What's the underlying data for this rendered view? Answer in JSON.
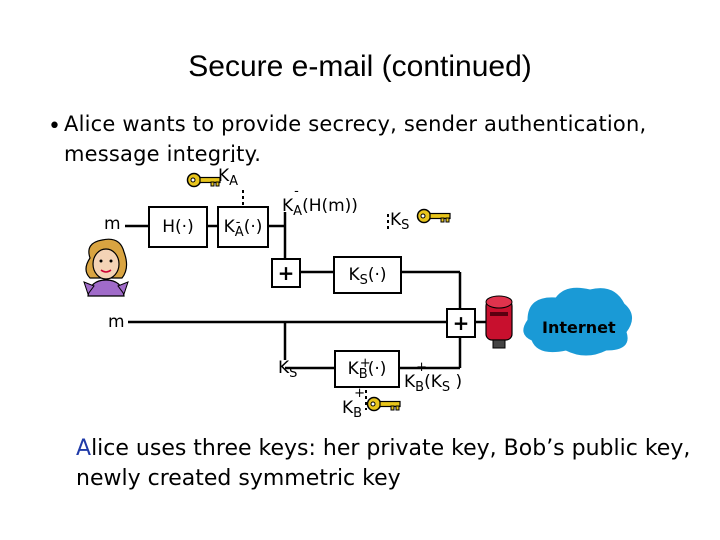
{
  "title": "Secure e-mail (continued)",
  "bullet": {
    "marker": "•",
    "text": "Alice wants to provide secrecy, sender authentication, message integrity."
  },
  "diagram": {
    "m_input": "m",
    "m_lower": "m",
    "hash_box": "H(·)",
    "sign_box": {
      "k": "K",
      "sub": "A",
      "sup": "-",
      "arg": "(·)"
    },
    "key_alice_priv": {
      "k": "K",
      "sub": "A",
      "sup": "-"
    },
    "signed_hash": {
      "k": "K",
      "sub": "A",
      "sup": "-",
      "arg": "(H(m))"
    },
    "key_session": {
      "k": "K",
      "sub": "S"
    },
    "plus_top": "+",
    "ks_enc": {
      "k": "K",
      "sub": "S",
      "arg": "(·)"
    },
    "plus_right": "+",
    "internet": "Internet",
    "ks_bottom": {
      "k": "K",
      "sub": "S"
    },
    "kb_enc": {
      "k": "K",
      "sub": "B",
      "sup": "+",
      "arg": "(·)"
    },
    "kb_key": {
      "k": "K",
      "sub": "B",
      "sup": "+"
    },
    "kb_output": {
      "k": "K",
      "sub": "B",
      "sup": "+",
      "arg": "(K",
      "arg_sub": "S",
      "arg_end": " )"
    }
  },
  "bottom_text": {
    "first_letter": "A",
    "rest": "lice uses three keys: her private key, Bob’s public key, newly created symmetric key"
  },
  "colors": {
    "internet_cloud": "#1a9ad6",
    "key_gold": "#e8c51c",
    "bottom_text_blue": "#1f3aa8"
  },
  "icons": [
    "key-icon",
    "woman-avatar-icon",
    "red-mailbox-icon",
    "cloud-icon"
  ]
}
